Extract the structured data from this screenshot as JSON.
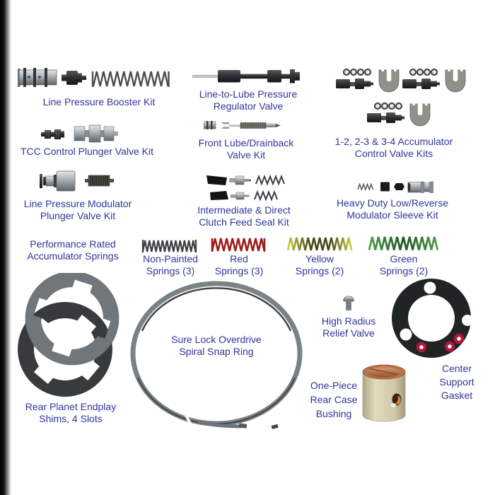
{
  "colors": {
    "label": "#2f3699",
    "spring_plain": "#3b3f42",
    "spring_red": "#9e1d1d",
    "spring_yellow_bright": "#c9cd3e",
    "spring_yellow_dark": "#454a1c",
    "spring_green_bright": "#4f9e4e",
    "spring_green_dark": "#235824",
    "gasket_red": "#b5163c",
    "bushing_copper": "#b9734a",
    "bushing_shell": "#d5cfad",
    "ring_gray": "#7b8286",
    "shim_gray": "#70767a",
    "shim_dark": "#383b3d"
  },
  "sections": {
    "booster": {
      "title": "Line Pressure Booster Kit",
      "parts": [
        "booster-valve-icon",
        "boost-plunger-icon",
        "spring-icon"
      ]
    },
    "line_to_lube": {
      "line1": "Line-to-Lube Pressure",
      "line2": "Regulator Valve",
      "parts": [
        "regulator-valve-icon"
      ]
    },
    "accumulator": {
      "line1": "1-2, 2-3 & 3-4 Accumulator",
      "line2": "Control Valve Kits",
      "parts": [
        "o-rings-icon",
        "accumulator-valve-icon",
        "retainer-clip-icon"
      ]
    },
    "tcc": {
      "title": "TCC Control Plunger Valve Kit",
      "parts": [
        "plunger-icon",
        "control-valve-icon"
      ]
    },
    "front_lube": {
      "line1": "Front Lube/Drainback",
      "line2": "Valve Kit",
      "parts": [
        "checkball-seat-icon",
        "drainback-valve-icon"
      ]
    },
    "modulator": {
      "line1": "Line Pressure Modulator",
      "line2": "Plunger Valve Kit",
      "parts": [
        "modulator-plunger-icon",
        "coil-sleeve-icon"
      ]
    },
    "clutch_feed": {
      "line1": "Intermediate & Direct",
      "line2": "Clutch Feed Seal Kit",
      "parts": [
        "seal-icon",
        "feed-valve-icon",
        "spring-icon"
      ]
    },
    "heavy_duty": {
      "line1": "Heavy Duty Low/Reverse",
      "line2": "Modulator Sleeve Kit",
      "parts": [
        "small-spring-icon",
        "square-block-icon",
        "hex-plug-icon",
        "sleeve-icon"
      ]
    },
    "perf_springs": {
      "line1": "Performance Rated",
      "line2": "Accumulator Springs"
    },
    "spring_non_painted": {
      "line1": "Non-Painted",
      "line2": "Springs (3)"
    },
    "spring_red": {
      "line1": "Red",
      "line2": "Springs (3)"
    },
    "spring_yellow": {
      "line1": "Yellow",
      "line2": "Springs (2)"
    },
    "spring_green": {
      "line1": "Green",
      "line2": "Springs (2)"
    },
    "snap_ring": {
      "line1": "Sure Lock Overdrive",
      "line2": "Spiral Snap Ring",
      "parts": [
        "spiral-snap-ring-icon"
      ]
    },
    "relief_valve": {
      "line1": "High Radius",
      "line2": "Relief Valve",
      "parts": [
        "relief-valve-icon"
      ]
    },
    "shims": {
      "line1": "Rear Planet Endplay",
      "line2": "Shims, 4 Slots",
      "parts": [
        "gray-shim-icon",
        "dark-shim-icon"
      ]
    },
    "bushing": {
      "line1": "One-Piece",
      "line2": "Rear Case",
      "line3": "Bushing",
      "parts": [
        "rear-case-bushing-icon"
      ]
    },
    "gasket": {
      "line1": "Center",
      "line2": "Support",
      "line3": "Gasket",
      "parts": [
        "center-support-gasket-icon"
      ]
    }
  }
}
